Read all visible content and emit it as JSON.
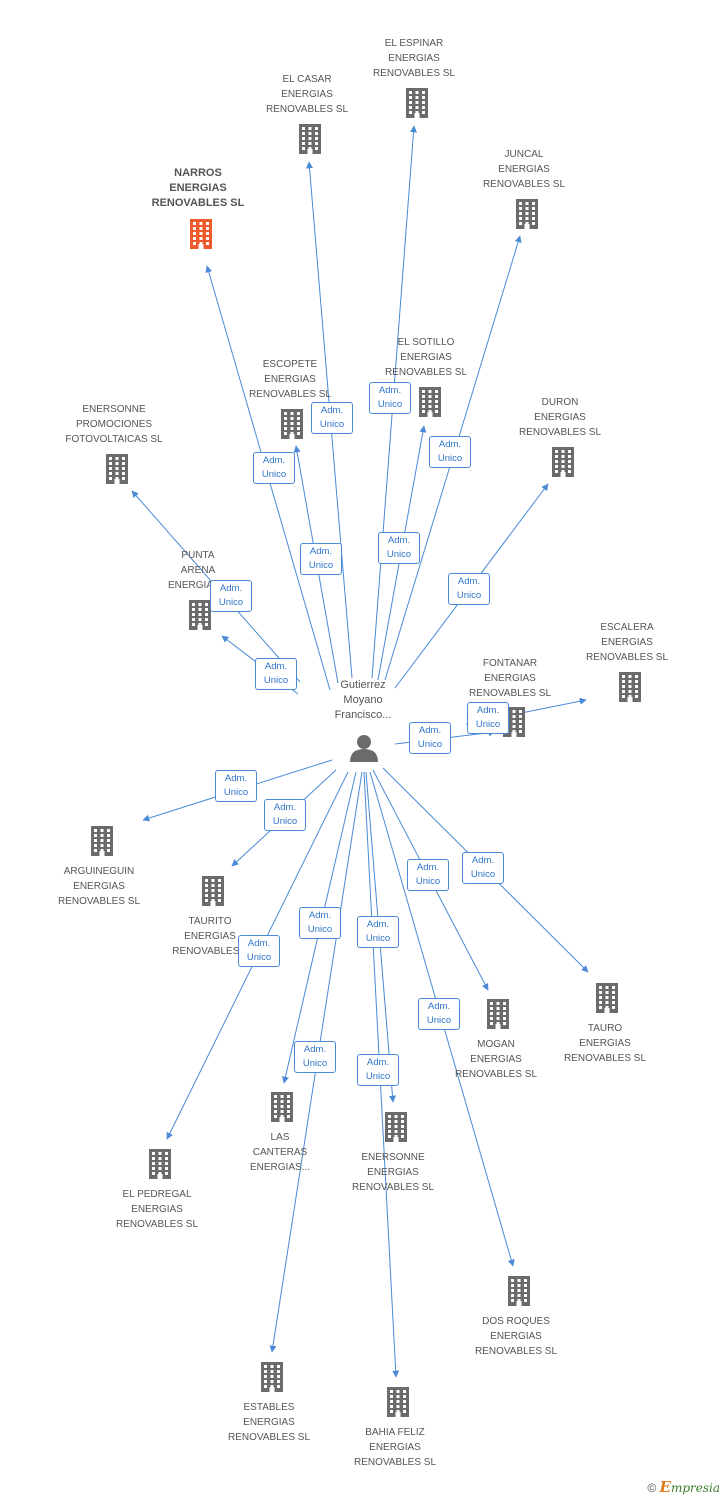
{
  "colors": {
    "edge": "#4a8ad6",
    "icon": "#6b6b6b",
    "highlight": "#ee5a2c",
    "text": "#555555"
  },
  "person": {
    "label": "Gutierrez\nMoyano\nFrancisco...",
    "icon": "person-icon"
  },
  "edge_label": "Adm.\nUnico",
  "companies": [
    {
      "id": "el-espinar",
      "label": "EL ESPINAR\nENERGIAS\nRENOVABLES SL",
      "highlight": false
    },
    {
      "id": "el-casar",
      "label": "EL CASAR\nENERGIAS\nRENOVABLES SL",
      "highlight": false
    },
    {
      "id": "juncal",
      "label": "JUNCAL\nENERGIAS\nRENOVABLES SL",
      "highlight": false
    },
    {
      "id": "narros",
      "label": "NARROS\nENERGIAS\nRENOVABLES SL",
      "highlight": true
    },
    {
      "id": "el-sotillo",
      "label": "EL SOTILLO\nENERGIAS\nRENOVABLES SL",
      "highlight": false
    },
    {
      "id": "escopete",
      "label": "ESCOPETE\nENERGIAS\nRENOVABLES SL",
      "highlight": false
    },
    {
      "id": "enersonne-promociones",
      "label": "ENERSONNE\nPROMOCIONES\nFOTOVOLTAICAS SL",
      "highlight": false
    },
    {
      "id": "duron",
      "label": "DURON\nENERGIAS\nRENOVABLES SL",
      "highlight": false
    },
    {
      "id": "punta-arena",
      "label": "PUNTA\nARENA\nENERGIAS...",
      "highlight": false
    },
    {
      "id": "escalera",
      "label": "ESCALERA\nENERGIAS\nRENOVABLES SL",
      "highlight": false
    },
    {
      "id": "fontanar",
      "label": "FONTANAR\nENERGIAS\nRENOVABLES SL",
      "highlight": false
    },
    {
      "id": "arguineguin",
      "label": "ARGUINEGUIN\nENERGIAS\nRENOVABLES SL",
      "highlight": false
    },
    {
      "id": "taurito",
      "label": "TAURITO\nENERGIAS\nRENOVABLES...",
      "highlight": false
    },
    {
      "id": "tauro",
      "label": "TAURO\nENERGIAS\nRENOVABLES SL",
      "highlight": false
    },
    {
      "id": "mogan",
      "label": "MOGAN\nENERGIAS\nRENOVABLES SL",
      "highlight": false
    },
    {
      "id": "las-canteras",
      "label": "LAS\nCANTERAS\nENERGIAS...",
      "highlight": false
    },
    {
      "id": "enersonne-energias",
      "label": "ENERSONNE\nENERGIAS\nRENOVABLES SL",
      "highlight": false
    },
    {
      "id": "el-pedregal",
      "label": "EL PEDREGAL\nENERGIAS\nRENOVABLES SL",
      "highlight": false
    },
    {
      "id": "dos-roques",
      "label": "DOS ROQUES\nENERGIAS\nRENOVABLES SL",
      "highlight": false
    },
    {
      "id": "estables",
      "label": "ESTABLES\nENERGIAS\nRENOVABLES SL",
      "highlight": false
    },
    {
      "id": "bahia-feliz",
      "label": "BAHIA FELIZ\nENERGIAS\nRENOVABLES SL",
      "highlight": false
    }
  ],
  "footer": {
    "copyright": "©",
    "brand_initial": "E",
    "brand_rest": "mpresia"
  }
}
